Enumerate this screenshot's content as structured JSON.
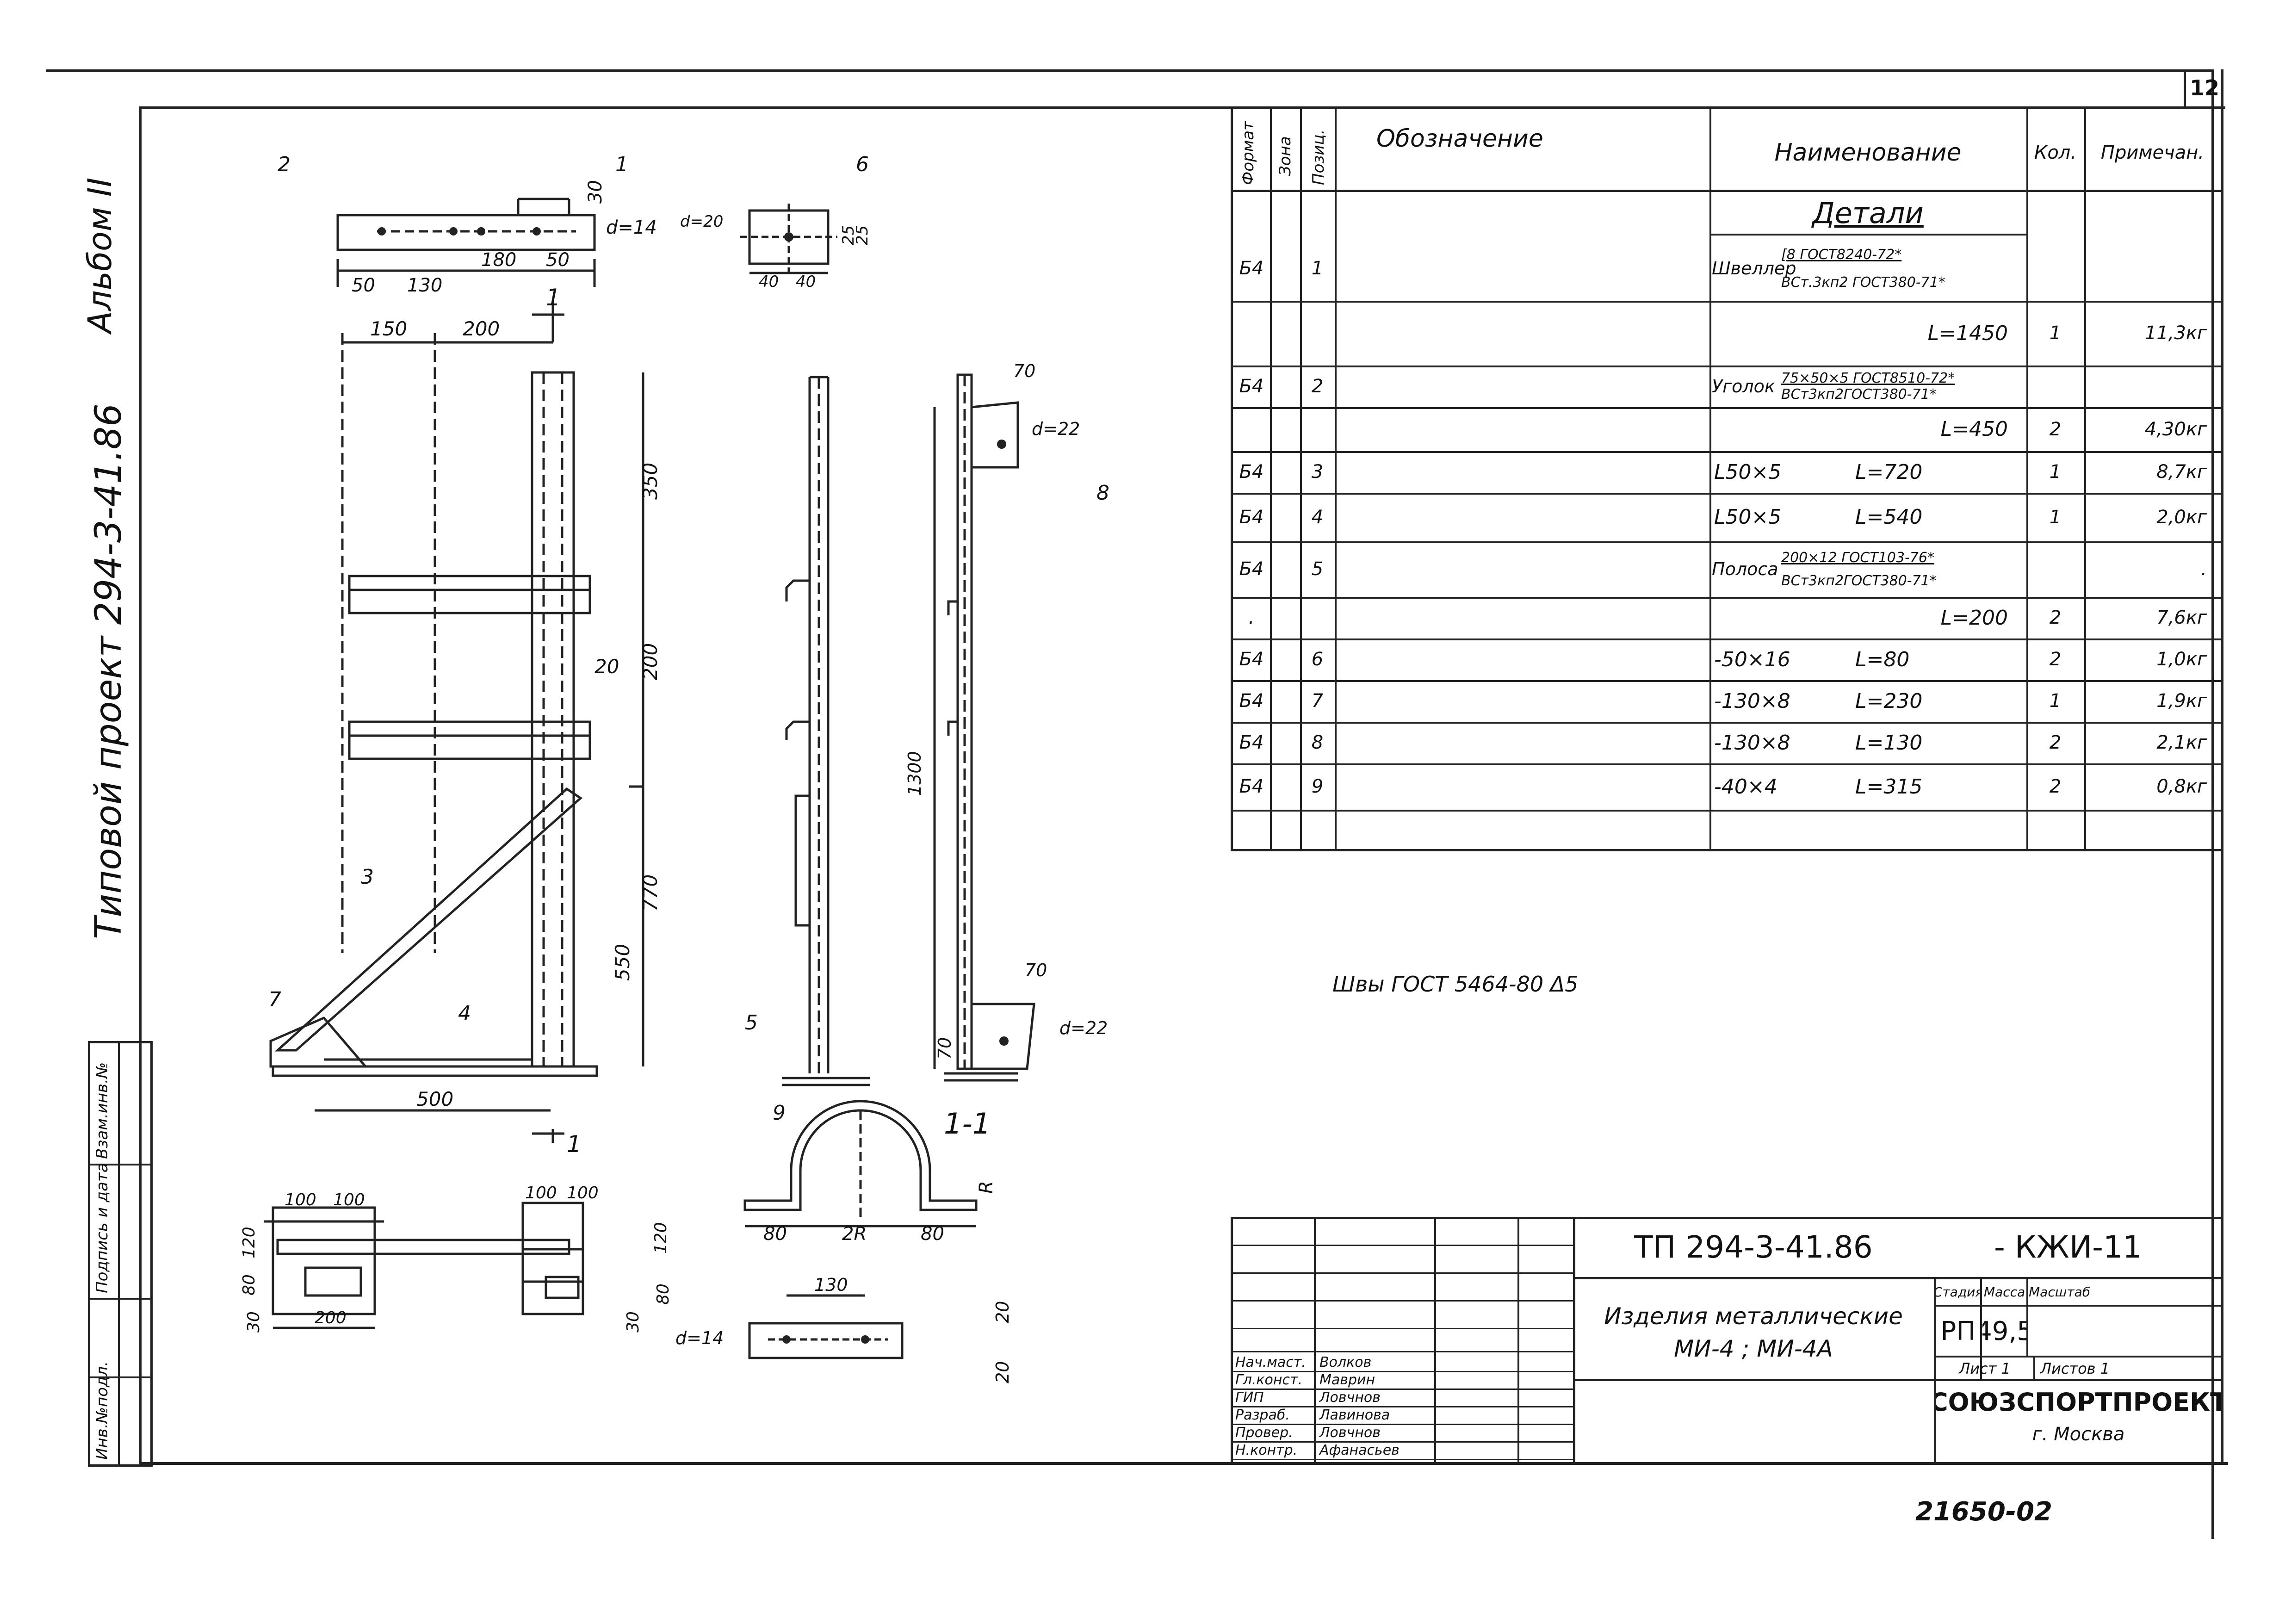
{
  "sheet": {
    "sheet_number": "12",
    "album": "Альбом II",
    "project": "Типовой проект 294-3-41.86",
    "archive_number": "21650-02",
    "welds_note": "Швы ГОСТ 5464-80 Δ5",
    "left_stamp": [
      "Инв.№подл.",
      "Подпись и дата",
      "Взам.инв.№"
    ]
  },
  "spec_table": {
    "headers": {
      "format": "Формат",
      "zone": "Зона",
      "pos": "Позиц.",
      "designation": "Обозначение",
      "name": "Наименование",
      "qty": "Кол.",
      "note": "Примечан."
    },
    "section_title": "Детали",
    "rows": [
      {
        "format": "Б4",
        "pos": "1",
        "name": "Швеллер",
        "name_top": "[8 ГОСТ8240-72*",
        "name_bottom": "ВСт.3кп2 ГОСТ380-71*",
        "qty": "",
        "note": ""
      },
      {
        "format": "",
        "pos": "",
        "name": "L=1450",
        "qty": "1",
        "note": "11,3кг"
      },
      {
        "format": "Б4",
        "pos": "2",
        "name": "Уголок",
        "name_top": "75×50×5 ГОСТ8510-72*",
        "name_bottom": "ВСт3кп2ГОСТ380-71*",
        "qty": "",
        "note": ""
      },
      {
        "format": "",
        "pos": "",
        "name": "L=450",
        "qty": "2",
        "note": "4,30кг"
      },
      {
        "format": "Б4",
        "pos": "3",
        "name": "L50×5",
        "length": "L=720",
        "qty": "1",
        "note": "8,7кг"
      },
      {
        "format": "Б4",
        "pos": "4",
        "name": "L50×5",
        "length": "L=540",
        "qty": "1",
        "note": "2,0кг"
      },
      {
        "format": "Б4",
        "pos": "5",
        "name": "Полоса",
        "name_top": "200×12 ГОСТ103-76*",
        "name_bottom": "ВСт3кп2ГОСТ380-71*",
        "qty": "",
        "note": "."
      },
      {
        "format": ".",
        "pos": "",
        "name": "L=200",
        "qty": "2",
        "note": "7,6кг"
      },
      {
        "format": "Б4",
        "pos": "6",
        "name": "-50×16",
        "length": "L=80",
        "qty": "2",
        "note": "1,0кг"
      },
      {
        "format": "Б4",
        "pos": "7",
        "name": "-130×8",
        "length": "L=230",
        "qty": "1",
        "note": "1,9кг"
      },
      {
        "format": "Б4",
        "pos": "8",
        "name": "-130×8",
        "length": "L=130",
        "qty": "2",
        "note": "2,1кг"
      },
      {
        "format": "Б4",
        "pos": "9",
        "name": "-40×4",
        "length": "L=315",
        "qty": "2",
        "note": "0,8кг"
      }
    ]
  },
  "title_block": {
    "code": "ТП 294-3-41.86",
    "code_suffix": "- КЖИ-11",
    "title_line1": "Изделия металлические",
    "title_line2": "МИ-4 ; МИ-4А",
    "stage_label": "Стадия",
    "mass_label": "Масса",
    "scale_label": "Масштаб",
    "stage": "РП",
    "mass": "49,5",
    "sheet_label": "Лист 1",
    "sheets_label": "Листов 1",
    "organization": "СОЮЗСПОРТПРОЕКТ",
    "city": "г. Москва",
    "staff": [
      {
        "role": "Нач.маст.",
        "name": "Волков"
      },
      {
        "role": "Гл.конст.",
        "name": "Маврин"
      },
      {
        "role": "ГИП",
        "name": "Ловчнов"
      },
      {
        "role": "Разраб.",
        "name": "Лавинова"
      },
      {
        "role": "Провер.",
        "name": "Ловчнов"
      },
      {
        "role": "Н.контр.",
        "name": "Афанасьев"
      }
    ]
  },
  "drawing": {
    "dims_top_plate": [
      "50",
      "130",
      "180",
      "50",
      "30",
      "d=14"
    ],
    "dims_plate6": [
      "d=20",
      "40",
      "40",
      "25",
      "25"
    ],
    "dims_front": [
      "150",
      "200",
      "350",
      "200",
      "20",
      "770",
      "550",
      "500"
    ],
    "dims_side": [
      "70",
      "d=22",
      "1300",
      "70",
      "d=22",
      "70"
    ],
    "dims_plan": [
      "100",
      "100",
      "100",
      "100",
      "120",
      "120",
      "80",
      "80",
      "30",
      "30",
      "200"
    ],
    "dims_clamp": [
      "80",
      "2R",
      "80",
      "R"
    ],
    "dims_strip": [
      "130",
      "d=14",
      "20",
      "20"
    ],
    "section_mark": "1-1",
    "cut_marks": [
      "1",
      "1"
    ],
    "callouts": [
      "1",
      "2",
      "3",
      "4",
      "5",
      "6",
      "7",
      "8",
      "9"
    ]
  }
}
